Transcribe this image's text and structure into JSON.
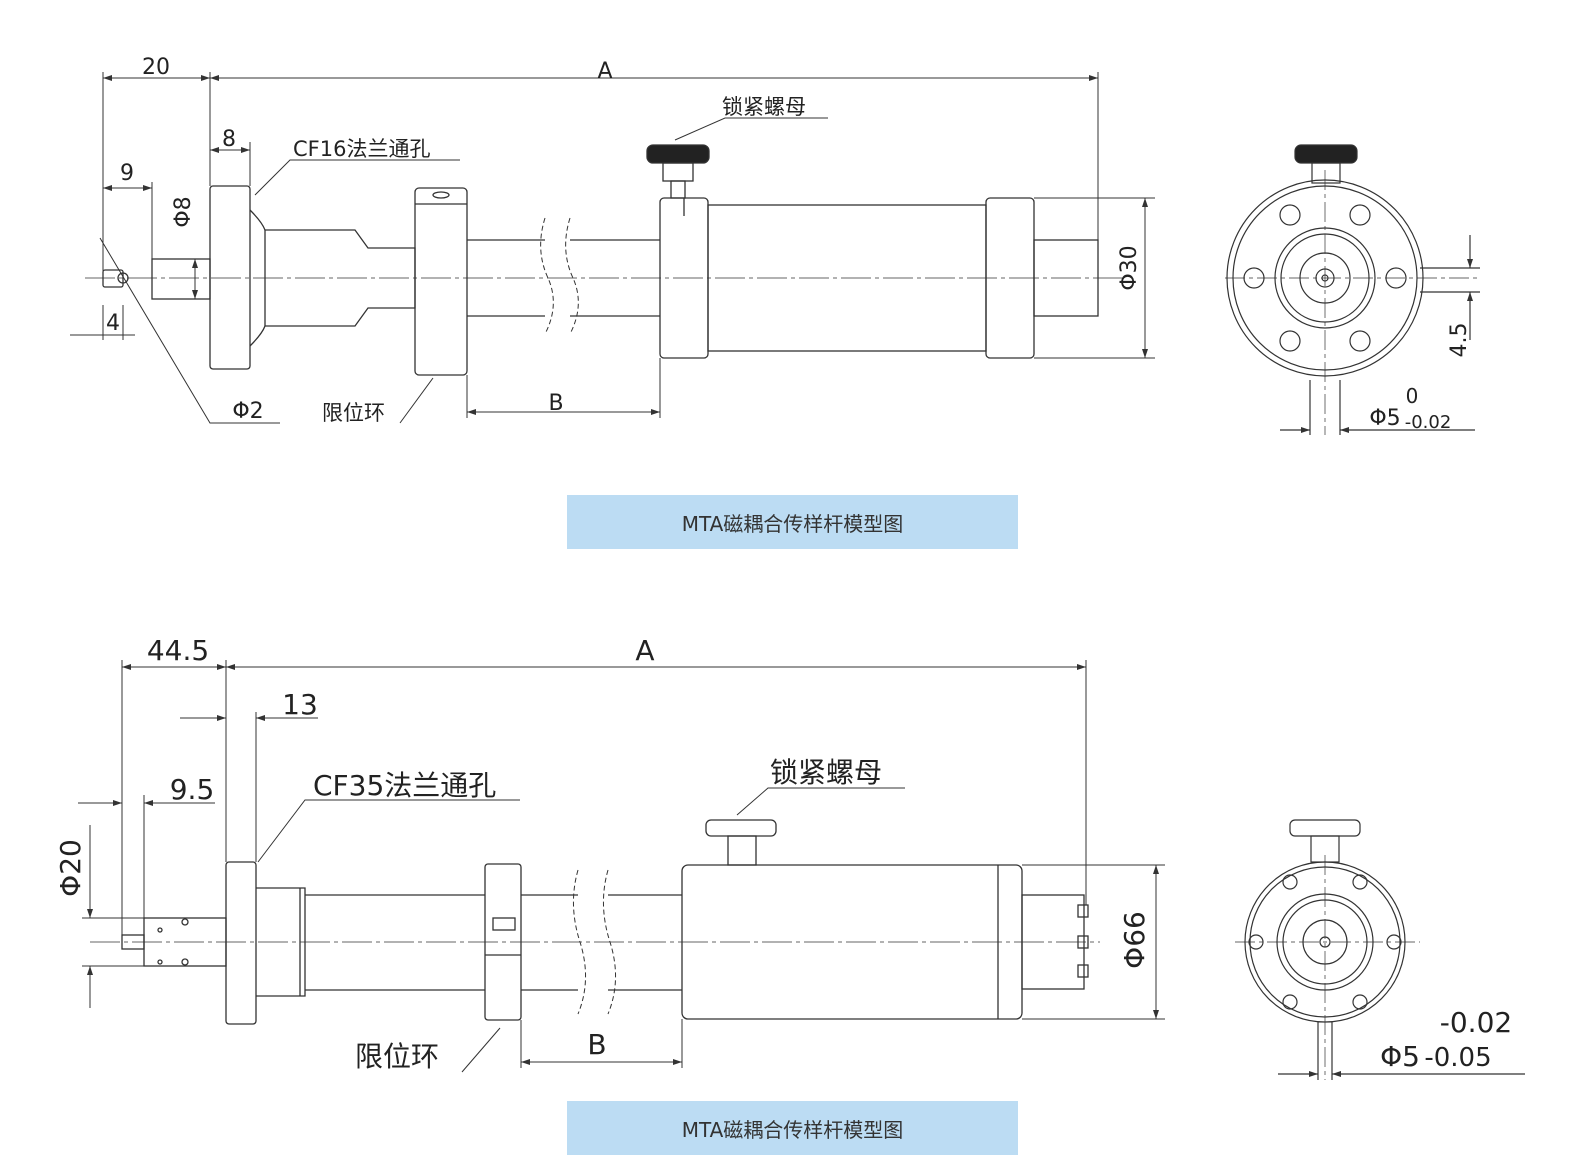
{
  "top_drawing": {
    "dims": {
      "d20": "20",
      "dA": "A",
      "d8": "8",
      "d9": "9",
      "phi8": "Φ8",
      "d4": "4",
      "phi2": "Φ2",
      "dB": "B",
      "phi30": "Φ30",
      "d45": "4.5",
      "phi5": "Φ5",
      "tol_upper": "0",
      "tol_lower": "-0.02"
    },
    "labels": {
      "flange": "CF16法兰通孔",
      "lock_nut": "锁紧螺母",
      "stop_ring": "限位环"
    },
    "caption": "MTA磁耦合传样杆模型图"
  },
  "bottom_drawing": {
    "dims": {
      "d445": "44.5",
      "dA": "A",
      "d13": "13",
      "d95": "9.5",
      "phi20": "Φ20",
      "dB": "B",
      "phi66": "Φ66",
      "phi5": "Φ5",
      "tol_upper": "-0.02",
      "tol_lower": "-0.05"
    },
    "labels": {
      "flange": "CF35法兰通孔",
      "lock_nut": "锁紧螺母",
      "stop_ring": "限位环"
    },
    "caption": "MTA磁耦合传样杆模型图"
  }
}
